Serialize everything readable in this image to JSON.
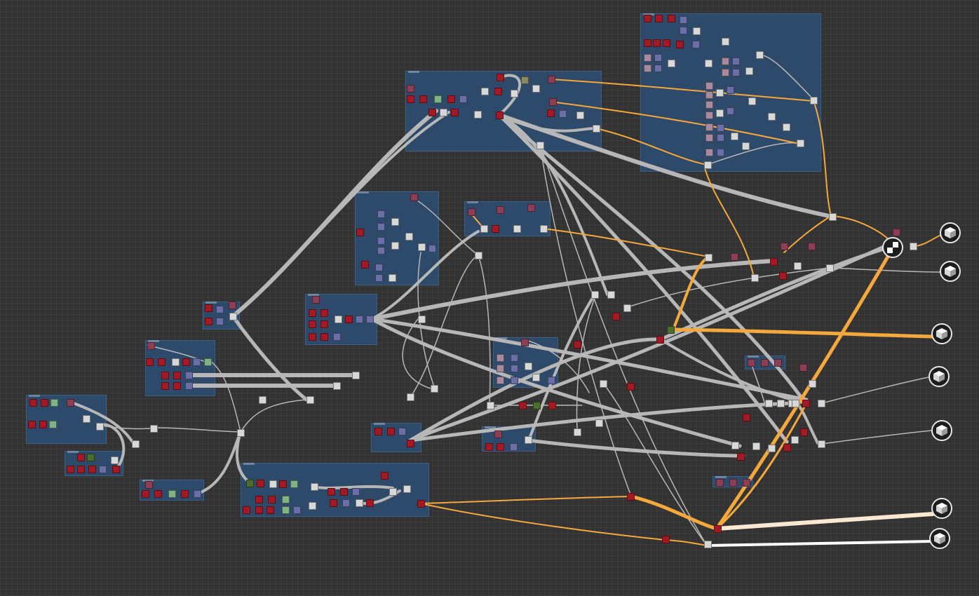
{
  "colors": {
    "background": "#333333",
    "frame_fill": "#2e4a6b",
    "frame_border": "#3d5f86",
    "wire_grey": "#b7b7b7",
    "wire_orange": "#f5a83c",
    "wire_cream": "#fce7d2",
    "wire_white": "#ffffff",
    "node_red": "#a31a24",
    "node_maroon": "#8c3e54",
    "node_lavender": "#6a6fa8",
    "node_green": "#7fb386",
    "node_darkgreen": "#4b6e2c",
    "node_grey": "#d8d8d8",
    "node_olive": "#8a8a64",
    "node_pink": "#a88a9e"
  },
  "icons": {
    "output": "cube-icon",
    "hub": "checker-blend-icon"
  },
  "frames": [
    {
      "id": "f-top-center"
    },
    {
      "id": "f-top-right"
    },
    {
      "id": "f-mid-circle"
    },
    {
      "id": "f-mid-small-a"
    },
    {
      "id": "f-mid-left-small"
    },
    {
      "id": "f-mid-main"
    },
    {
      "id": "f-left-mid"
    },
    {
      "id": "f-left-low"
    },
    {
      "id": "f-left-bottom"
    },
    {
      "id": "f-left-bottom-2"
    },
    {
      "id": "f-bottom-center"
    },
    {
      "id": "f-center-small"
    },
    {
      "id": "f-lower-center-a"
    },
    {
      "id": "f-lower-center-b"
    },
    {
      "id": "f-right-small-a"
    },
    {
      "id": "f-right-small-b"
    }
  ],
  "outputs": [
    {
      "id": "out-1"
    },
    {
      "id": "out-2"
    },
    {
      "id": "out-3"
    },
    {
      "id": "out-4"
    },
    {
      "id": "out-5"
    },
    {
      "id": "out-6"
    },
    {
      "id": "out-7"
    }
  ]
}
